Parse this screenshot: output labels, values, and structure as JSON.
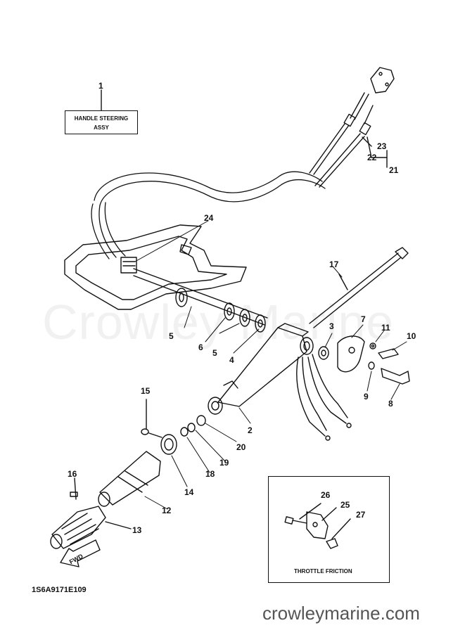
{
  "handle_label": {
    "line1": "HANDLE STEERING",
    "line2": "ASSY"
  },
  "inset_caption": "THROTTLE FRICTION",
  "fwd_label": "FWD",
  "diagram_code": "1S6A9171E109",
  "watermark": "Crowley Marine",
  "site_url": "crowleymarine.com",
  "part_numbers": [
    "1",
    "2",
    "3",
    "4",
    "5",
    "5",
    "6",
    "7",
    "8",
    "9",
    "10",
    "11",
    "12",
    "13",
    "14",
    "15",
    "16",
    "17",
    "18",
    "19",
    "20",
    "21",
    "22",
    "23",
    "24",
    "25",
    "26",
    "27"
  ],
  "colors": {
    "line": "#111111",
    "watermark": "#f1f1f1",
    "site_text": "#555555"
  }
}
